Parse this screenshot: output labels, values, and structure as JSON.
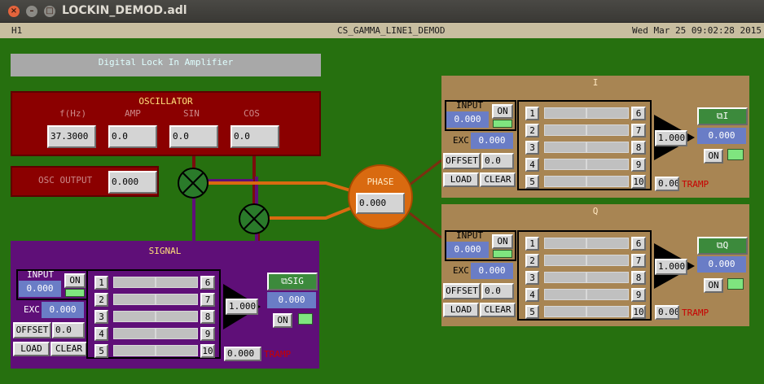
{
  "window": {
    "title": "LOCKIN_DEMOD.adl",
    "close": "×",
    "minimize": "–",
    "maximize": "□"
  },
  "header": {
    "ifo": "H1",
    "screen": "CS_GAMMA_LINE1_DEMOD",
    "datetime": "Wed Mar 25 09:02:28 2015"
  },
  "main": {
    "banner": "Digital Lock In Amplifier"
  },
  "oscillator": {
    "title": "OSCILLATOR",
    "freq_label": "f(Hz)",
    "freq": "37.3000",
    "amp_label": "AMP",
    "amp": "0.0",
    "sin_label": "SIN",
    "sin": "0.0",
    "cos_label": "COS",
    "cos": "0.0",
    "output_label": "OSC OUTPUT",
    "output": "0.000"
  },
  "phase": {
    "label": "PHASE",
    "value": "0.000"
  },
  "filters": {
    "left_nums": [
      "1",
      "2",
      "3",
      "4",
      "5"
    ],
    "right_nums": [
      "6",
      "7",
      "8",
      "9",
      "10"
    ]
  },
  "signal": {
    "title": "SIGNAL",
    "input_label": "INPUT",
    "input_value": "0.000",
    "on": "ON",
    "exc_label": "EXC",
    "exc_value": "0.000",
    "offset_label": "OFFSET",
    "offset_value": "0.0",
    "load": "LOAD",
    "clear": "CLEAR",
    "gain": "1.000",
    "tramp_value": "0.000",
    "tramp_label": "TRAMP",
    "output_button": "SIG",
    "output_value": "0.000",
    "out_on": "ON"
  },
  "i_bank": {
    "title": "I",
    "input_label": "INPUT",
    "input_value": "0.000",
    "on": "ON",
    "exc_label": "EXC",
    "exc_value": "0.000",
    "offset_label": "OFFSET",
    "offset_value": "0.0",
    "load": "LOAD",
    "clear": "CLEAR",
    "gain": "1.000",
    "tramp_value": "0.000",
    "tramp_label": "TRAMP",
    "output_button": "I",
    "output_value": "0.000",
    "out_on": "ON"
  },
  "q_bank": {
    "title": "Q",
    "input_label": "INPUT",
    "input_value": "0.000",
    "on": "ON",
    "exc_label": "EXC",
    "exc_value": "0.000",
    "offset_label": "OFFSET",
    "offset_value": "0.0",
    "load": "LOAD",
    "clear": "CLEAR",
    "gain": "1.000",
    "tramp_value": "0.000",
    "tramp_label": "TRAMP",
    "output_button": "Q",
    "output_value": "0.000",
    "out_on": "ON"
  },
  "colors": {
    "background": "#26700f",
    "oscillator": "#8b0000",
    "signal": "#5f0f78",
    "bank": "#a88553",
    "phase": "#d96a10",
    "readback": "#6a7dc6",
    "led": "#7fe57f",
    "tramp": "#c80000"
  }
}
